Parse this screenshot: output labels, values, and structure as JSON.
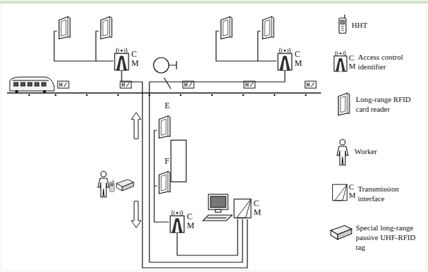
{
  "diagram": {
    "nodes": [
      {
        "text": [
          "C M"
        ]
      },
      {
        "text": [
          "C M"
        ]
      },
      {
        "text": [
          "C M"
        ]
      },
      {
        "text": [
          "C M"
        ]
      }
    ],
    "edges": [
      {
        "from": 0,
        "to": 3,
        "arrow": "none"
      },
      {
        "from": 1,
        "to": 3,
        "arrow": "none"
      },
      {
        "from": 2,
        "to": 3,
        "arrow": "none"
      }
    ],
    "labels": [
      "E",
      "F",
      "C M",
      "C M"
    ],
    "legend": [
      {
        "text": "HHT"
      },
      {
        "text": "Access control identifier"
      },
      {
        "text": "Long-range RFID card reader"
      },
      {
        "text": "Worker"
      },
      {
        "text": "Transmission interface"
      },
      {
        "text": "Special long-range passive UHF-RFID tag"
      }
    ]
  }
}
